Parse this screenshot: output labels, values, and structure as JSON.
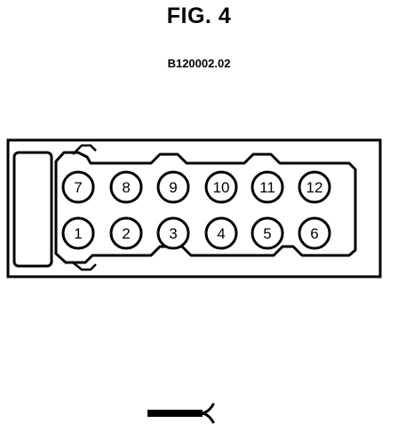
{
  "figure": {
    "title": "FIG. 4",
    "code": "B120002.02"
  },
  "cylinders": {
    "bank_top": [
      "7",
      "8",
      "9",
      "10",
      "11",
      "12"
    ],
    "bank_bottom": [
      "1",
      "2",
      "3",
      "4",
      "5",
      "6"
    ]
  },
  "icons": {
    "engine_front_indicator": "front-of-engine-arrow-icon"
  }
}
